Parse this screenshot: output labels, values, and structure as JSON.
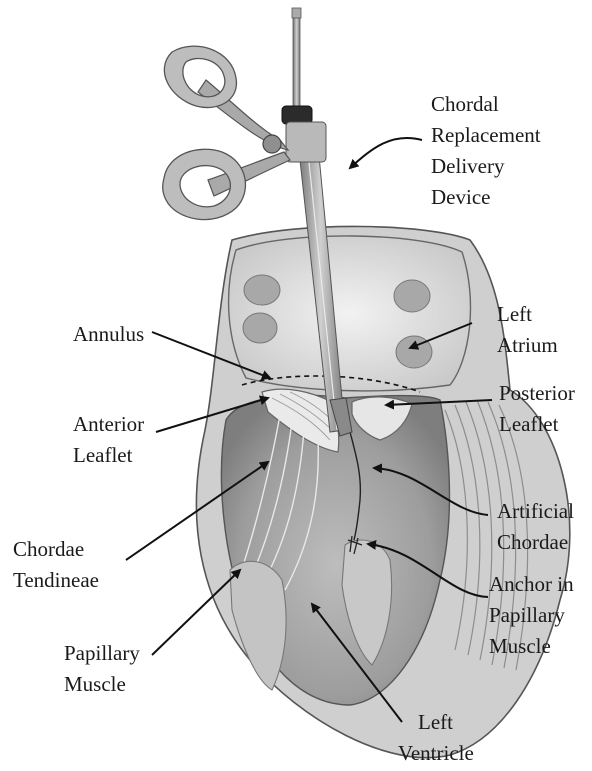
{
  "labels": {
    "delivery_device": [
      "Chordal",
      "Replacement",
      "Delivery",
      "Device"
    ],
    "annulus": [
      "Annulus"
    ],
    "left_atrium": [
      "Left",
      "Atrium"
    ],
    "anterior_leaflet": [
      "Anterior",
      "Leaflet"
    ],
    "posterior_leaflet": [
      "Posterior",
      "Leaflet"
    ],
    "chordae_tendineae": [
      "Chordae",
      "Tendineae"
    ],
    "artificial_chordae": [
      "Artificial",
      "Chordae"
    ],
    "anchor": [
      "Anchor in",
      "Papillary",
      "Muscle"
    ],
    "papillary_muscle": [
      "Papillary",
      "Muscle"
    ],
    "left_ventricle": [
      "Left",
      "Ventricle"
    ]
  },
  "colors": {
    "text": "#1a1a1a",
    "device_metal": "#9a9a9a",
    "device_dark": "#2b2b2b",
    "tissue_light": "#d9d9d9",
    "tissue_mid": "#b3b3b3",
    "tissue_dark": "#7a7a7a"
  }
}
